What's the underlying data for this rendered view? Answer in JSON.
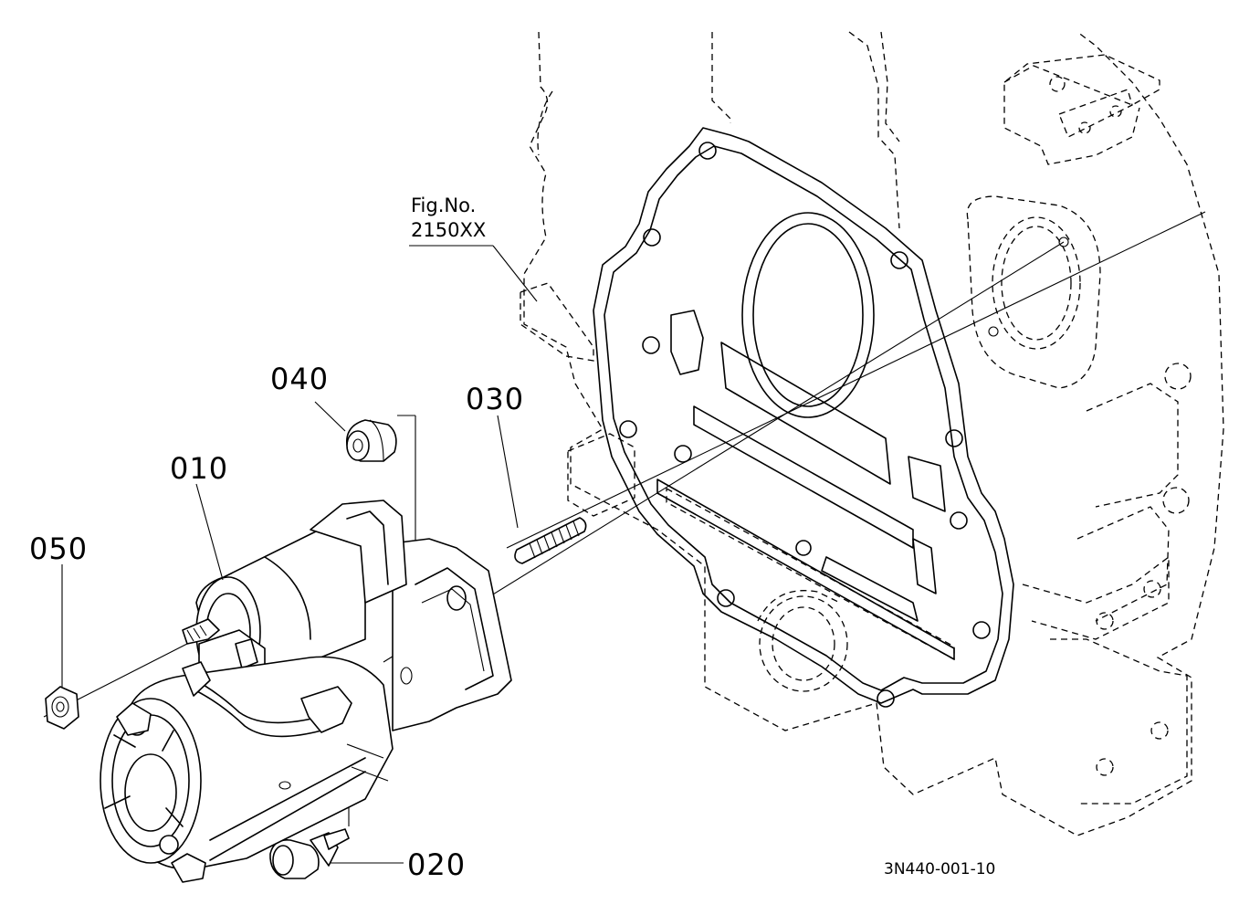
{
  "figure_reference": {
    "line1": "Fig.No.",
    "line2": "2150XX"
  },
  "callouts": {
    "starter": "010",
    "bolt": "020",
    "stud": "030",
    "flange_nut": "040",
    "hex_nut": "050"
  },
  "drawing_code": "3N440-001-10"
}
